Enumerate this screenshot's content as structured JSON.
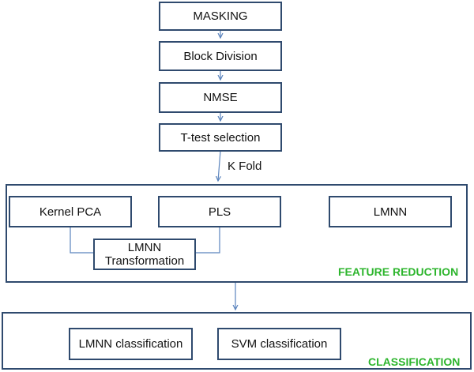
{
  "colors": {
    "box_border": "#2f4a6e",
    "arrow": "#5b84bd",
    "group_label": "#2db52d",
    "text": "#111111"
  },
  "nodes": {
    "masking": "MASKING",
    "block_division": "Block Division",
    "nmse": "NMSE",
    "ttest": "T-test selection",
    "kernel_pca": "Kernel PCA",
    "pls": "PLS",
    "lmnn": "LMNN",
    "lmnn_transformation_line1": "LMNN",
    "lmnn_transformation_line2": "Transformation",
    "lmnn_classification": "LMNN classification",
    "svm_classification": "SVM classification"
  },
  "edge_labels": {
    "k_fold": "K Fold"
  },
  "groups": {
    "feature_reduction": "FEATURE REDUCTION",
    "classification": "CLASSIFICATION"
  }
}
